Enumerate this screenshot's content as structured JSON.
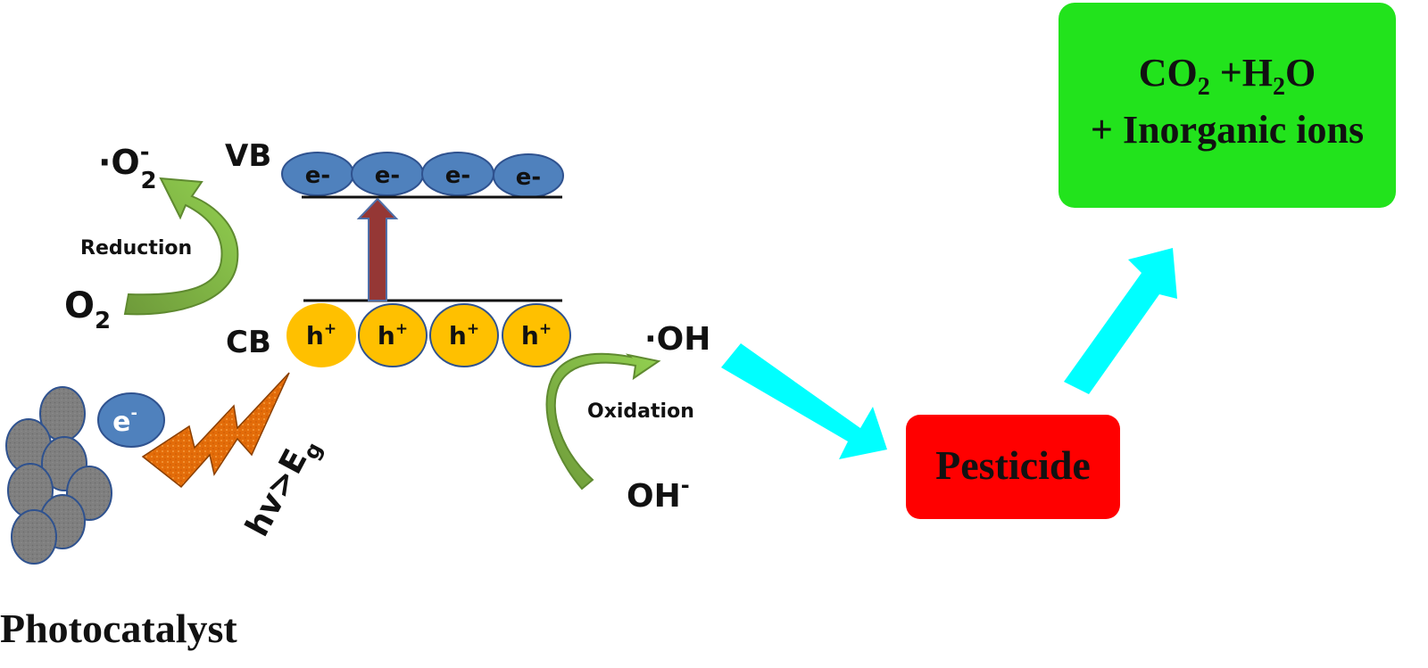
{
  "colors": {
    "electron": "#4f81bd",
    "hole": "#ffc000",
    "catalyst": "#7f7f7f",
    "light_bolt": "#e36c09",
    "process_arrow": "#00ffff",
    "pesticide_box": "#ff0000",
    "product_box": "#22e31c",
    "band_arrow": "#953735",
    "curved_arrow_light": "#92d050",
    "curved_arrow_dark": "#6e9a3a"
  },
  "labels": {
    "vb": "VB",
    "cb": "CB",
    "superoxide_dot": "·O",
    "superoxide_sup": "-",
    "superoxide_sub": "2",
    "oxygen": "O",
    "oxygen_sub": "2",
    "reduction": "Reduction",
    "hydroxyl_radical": "·OH",
    "oxidation": "Oxidation",
    "hydroxide": "OH",
    "hydroxide_sup": "-",
    "energy": "hv>E",
    "energy_sub": "g",
    "catalyst_electron": "e",
    "catalyst_electron_sup": "-",
    "photocatalyst": "Photocatalyst",
    "pesticide": "Pesticide",
    "products_line1_a": "CO",
    "products_line1_sub1": "2",
    "products_line1_b": " +H",
    "products_line1_sub2": "2",
    "products_line1_c": "O",
    "products_line2": "+ Inorganic ions"
  },
  "electrons": [
    "e-",
    "e-",
    "e-",
    "e-"
  ],
  "holes": [
    {
      "base": "h",
      "sup": "+"
    },
    {
      "base": "h",
      "sup": "+"
    },
    {
      "base": "h",
      "sup": "+"
    },
    {
      "base": "h",
      "sup": "+"
    }
  ]
}
